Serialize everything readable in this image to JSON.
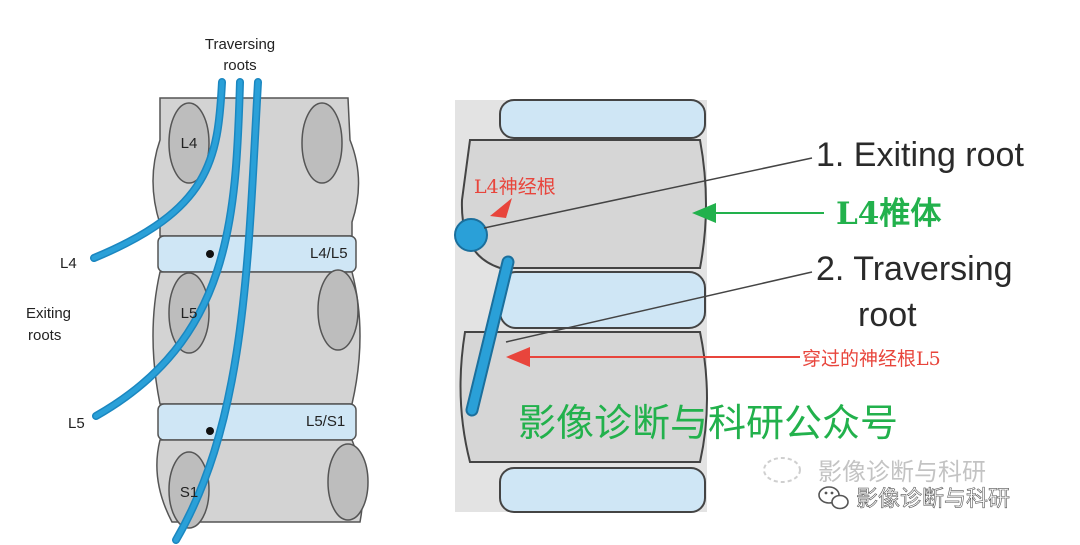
{
  "left_diagram": {
    "traversing_roots_label": [
      "Traversing",
      "roots"
    ],
    "exiting_roots_label": [
      "Exiting",
      "roots"
    ],
    "root_l4": "L4",
    "root_l5": "L5",
    "vertebra_l4": "L4",
    "vertebra_l5": "L5",
    "vertebra_s1": "S1",
    "disc_l4_l5": "L4/L5",
    "disc_l5_s1": "L5/S1"
  },
  "right_diagram": {
    "exiting_root_label": "1. Exiting root",
    "traversing_root_label": [
      "2. Traversing",
      "root"
    ],
    "l4_nerve_root_cn": "L4神经根",
    "l4_vertebra_cn": "L4椎体",
    "traversing_l5_cn": "穿过的神经根L5",
    "watermark_green": "影像诊断与科研公众号",
    "watermark_faint": "影像诊断与科研",
    "wechat_credit": "影像诊断与科研"
  },
  "colors": {
    "bone": "#d3d3d3",
    "disc": "#cfe6f5",
    "nerve": "#2aa0d8",
    "nerve_dark": "#1b87c0",
    "pedicle": "#bdbdbd",
    "outline": "#444444",
    "red_annotation": "#e8453c",
    "green_annotation": "#22b14c"
  }
}
